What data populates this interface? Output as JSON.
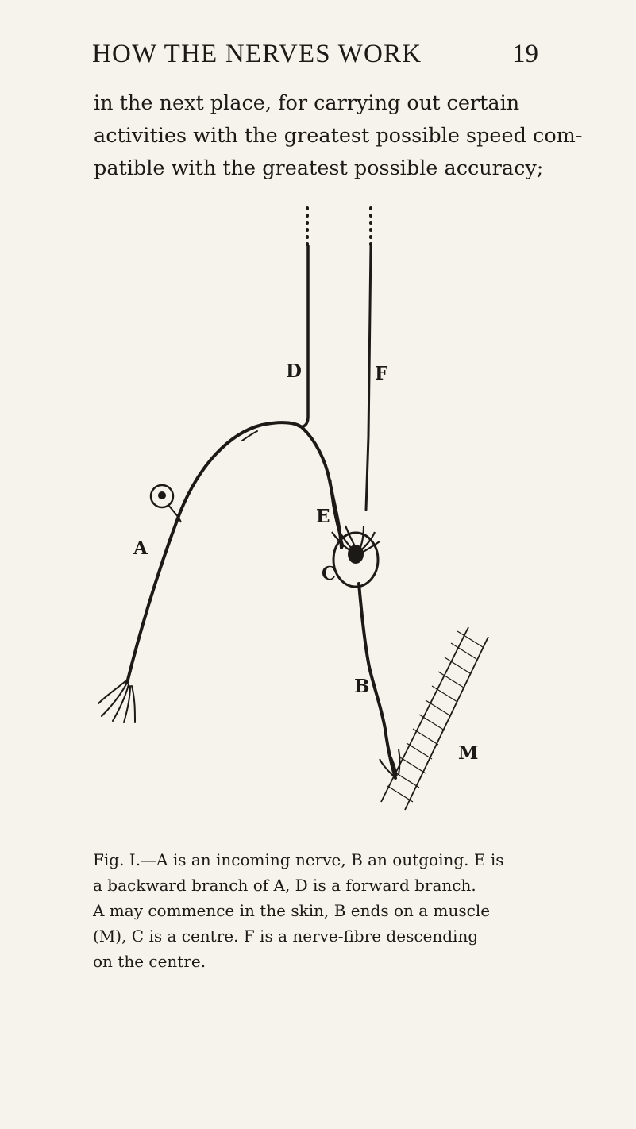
{
  "header": {
    "running_title": "HOW THE NERVES WORK",
    "page_number": "19"
  },
  "body": {
    "lines": [
      "in the next place, for carrying out certain",
      "activities with the greatest possible speed com-",
      "patible with the greatest possible accuracy;"
    ]
  },
  "figure": {
    "labels": {
      "A": "A",
      "B": "B",
      "C": "C",
      "D": "D",
      "E": "E",
      "F": "F",
      "M": "M"
    }
  },
  "caption": {
    "lines": [
      "Fig. I.—A is an incoming nerve, B an outgoing.  E is",
      "a backward branch of A, D is a forward branch.",
      "A may commence in the skin, B ends on a muscle",
      "(M), C is a centre.  F is a nerve-fibre descending",
      "on the centre."
    ]
  }
}
